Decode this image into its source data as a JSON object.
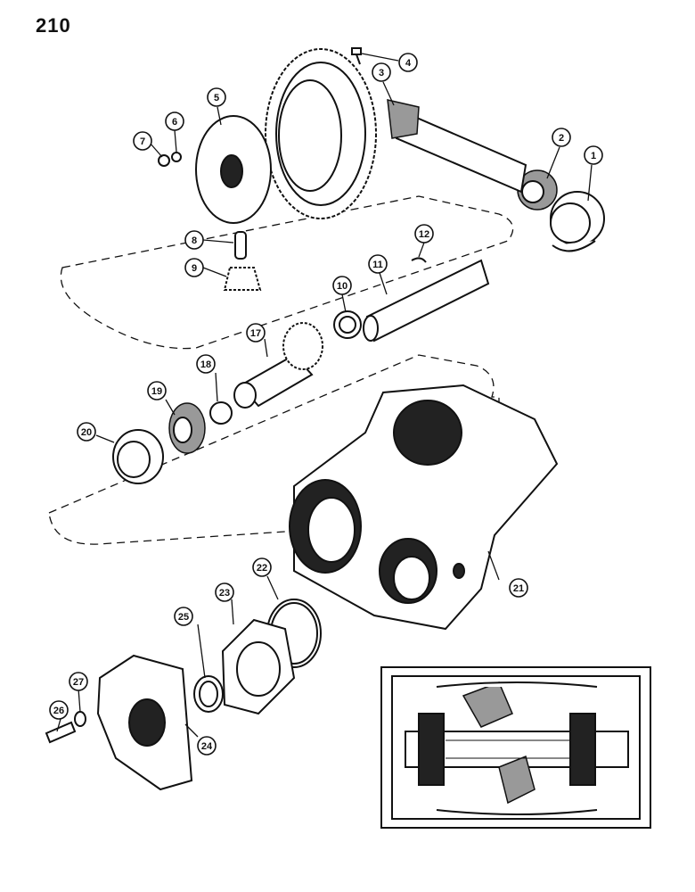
{
  "page_number": "210",
  "callouts": [
    {
      "id": "1",
      "label": "1"
    },
    {
      "id": "2",
      "label": "2"
    },
    {
      "id": "3",
      "label": "3"
    },
    {
      "id": "4",
      "label": "4"
    },
    {
      "id": "5",
      "label": "5"
    },
    {
      "id": "6",
      "label": "6"
    },
    {
      "id": "7",
      "label": "7"
    },
    {
      "id": "8",
      "label": "8"
    },
    {
      "id": "9",
      "label": "9"
    },
    {
      "id": "10",
      "label": "10"
    },
    {
      "id": "11",
      "label": "11"
    },
    {
      "id": "12",
      "label": "12"
    },
    {
      "id": "17",
      "label": "17"
    },
    {
      "id": "18",
      "label": "18"
    },
    {
      "id": "19",
      "label": "19"
    },
    {
      "id": "20",
      "label": "20"
    },
    {
      "id": "21",
      "label": "21"
    },
    {
      "id": "22",
      "label": "22"
    },
    {
      "id": "23",
      "label": "23"
    },
    {
      "id": "24",
      "label": "24"
    },
    {
      "id": "25",
      "label": "25"
    },
    {
      "id": "26",
      "label": "26"
    },
    {
      "id": "27",
      "label": "27"
    }
  ],
  "icons": {
    "inset": "cross-section-diagram-icon"
  }
}
